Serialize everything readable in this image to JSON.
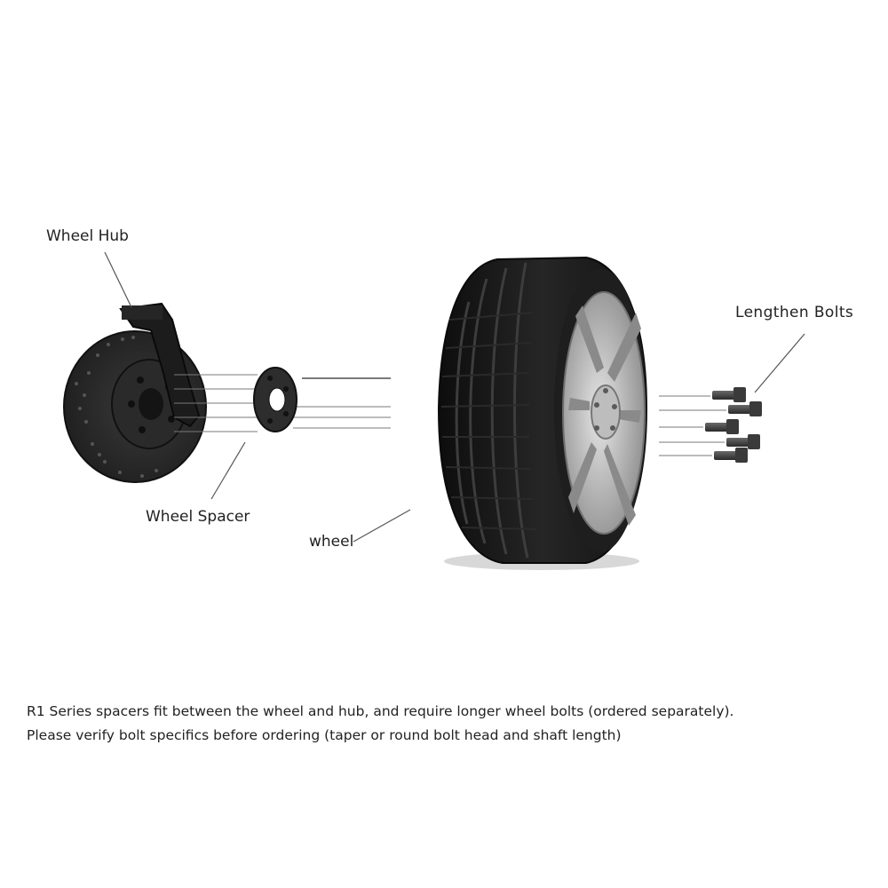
{
  "labels": {
    "wheel_hub": "Wheel Hub",
    "wheel_spacer": "Wheel Spacer",
    "wheel": "wheel",
    "lengthen_bolts": "Lengthen Bolts"
  },
  "caption": {
    "line1": "R1 Series spacers fit between the wheel and hub, and require longer wheel bolts (ordered separately).",
    "line2": "Please verify bolt specifics before ordering (taper or round bolt head and shaft length)"
  },
  "colors": {
    "rotor": "#2b2b2b",
    "caliper": "#1c1c1c",
    "tire": "#161616",
    "rim": "#c9c9c9",
    "bolt": "#3a3a3a",
    "leader_line": "#555555"
  }
}
